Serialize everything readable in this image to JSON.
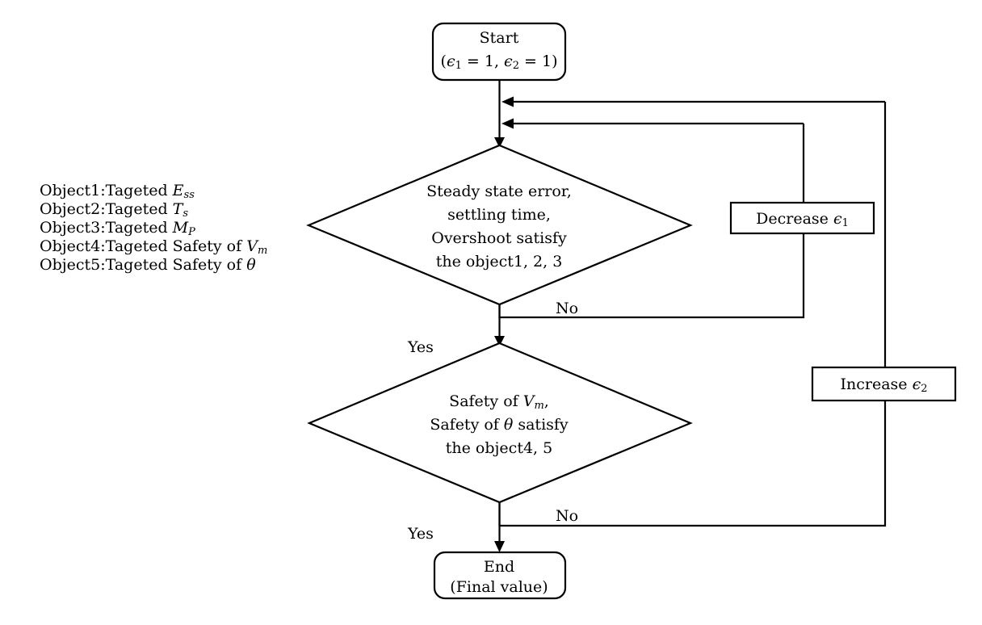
{
  "diagram": {
    "title_present": false,
    "type": "flowchart",
    "legend": {
      "lines": [
        {
          "prefix": "Object1:Tageted ",
          "symbol": "E",
          "subscript": "ss"
        },
        {
          "prefix": "Object2:Tageted ",
          "symbol": "T",
          "subscript": "s"
        },
        {
          "prefix": "Object3:Tageted ",
          "symbol": "M",
          "subscript": "P"
        },
        {
          "prefix": "Object4:Tageted Safety of ",
          "symbol": "V",
          "subscript": "m"
        },
        {
          "prefix": "Object5:Tageted Safety of ",
          "symbol": "θ",
          "subscript": ""
        }
      ]
    },
    "nodes": {
      "start": {
        "kind": "rounded-rectangle",
        "line1": "Start",
        "line2_prefix": "(",
        "line2_eps1": "ϵ",
        "line2_sub1": "1",
        "line2_mid": " = 1, ",
        "line2_eps2": "ϵ",
        "line2_sub2": "2",
        "line2_suffix": " = 1)"
      },
      "decision1": {
        "kind": "diamond",
        "lines": [
          "Steady state error,",
          "settling time,",
          "Overshoot satisfy",
          "the object1, 2, 3"
        ]
      },
      "decision2": {
        "kind": "diamond",
        "line1_prefix": "Safety of ",
        "line1_symbol": "V",
        "line1_sub": "m",
        "line1_suffix": ",",
        "line2_prefix": "Safety of ",
        "line2_symbol": "θ",
        "line2_suffix": " satisfy",
        "line3": "the object4, 5"
      },
      "decrease": {
        "kind": "rectangle",
        "label_prefix": "Decrease ",
        "label_symbol": "ϵ",
        "label_sub": "1"
      },
      "increase": {
        "kind": "rectangle",
        "label_prefix": "Increase ",
        "label_symbol": "ϵ",
        "label_sub": "2"
      },
      "end": {
        "kind": "rounded-rectangle",
        "line1": "End",
        "line2": "(Final value)"
      }
    },
    "edge_labels": {
      "no_upper": "No",
      "yes_upper": "Yes",
      "no_lower": "No",
      "yes_lower": "Yes"
    },
    "colors": {
      "stroke": "#000000",
      "fill": "#ffffff",
      "text": "#000000"
    }
  }
}
